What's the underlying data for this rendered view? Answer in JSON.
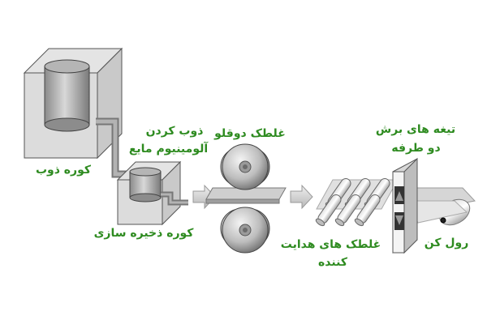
{
  "labels": {
    "melting_furnace": "کوره ذوب",
    "molten_aluminum_line1": "ذوب کردن",
    "molten_aluminum_line2": "آلومینیوم مایع",
    "holding_furnace": "کوره ذخیره سازی",
    "twin_rolls": "غلطک دوقلو",
    "guide_rolls_line1": "غلطک های هدایت",
    "guide_rolls_line2": "کننده",
    "shear_blades_line1": "تیغه های برش",
    "shear_blades_line2": "دو طرفه",
    "coiler": "رول کن"
  },
  "colors": {
    "label_text": "#2e8b20",
    "equipment_fill": "#c8c8c8",
    "equipment_stroke": "#444444",
    "arrow_fill": "#d0d0d0"
  }
}
